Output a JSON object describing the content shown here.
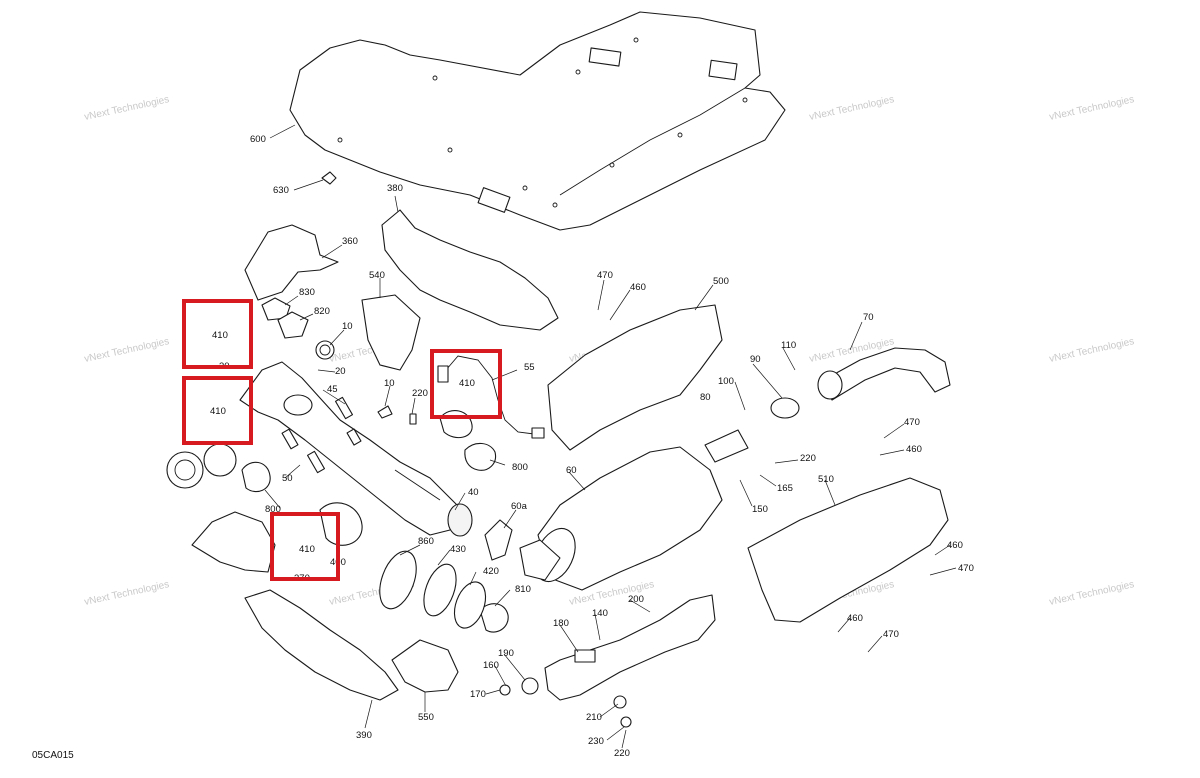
{
  "diagram": {
    "code": "05CA015",
    "watermark": "vNext Technologies",
    "highlight_color": "#d71920",
    "callouts": {
      "c600": "600",
      "c630": "630",
      "c380": "380",
      "c360": "360",
      "c830": "830",
      "c820": "820",
      "c10a": "10",
      "c10b": "10",
      "c20": "20",
      "c30": "30",
      "c45": "45",
      "c540": "540",
      "c220a": "220",
      "c55": "55",
      "c410a": "410",
      "c410b": "410",
      "c410c": "410",
      "c410d": "410",
      "c800a": "800",
      "c800b": "800",
      "c50": "50",
      "c40": "40",
      "c60a": "60a",
      "c860": "860",
      "c430": "430",
      "c420": "420",
      "c810": "810",
      "c370": "370",
      "c400": "400",
      "c390": "390",
      "c550": "550",
      "c470a": "470",
      "c460a": "460",
      "c500": "500",
      "c60": "60",
      "c80": "80",
      "c100": "100",
      "c90": "90",
      "c110": "110",
      "c70": "70",
      "c220b": "220",
      "c165": "165",
      "c150": "150",
      "c510": "510",
      "c470b": "470",
      "c460b": "460",
      "c460c": "460",
      "c470c": "470",
      "c460d": "460",
      "c470d": "470",
      "c200": "200",
      "c140": "140",
      "c180": "180",
      "c190": "190",
      "c160": "160",
      "c170": "170",
      "c210": "210",
      "c230": "230",
      "c220c": "220"
    }
  }
}
